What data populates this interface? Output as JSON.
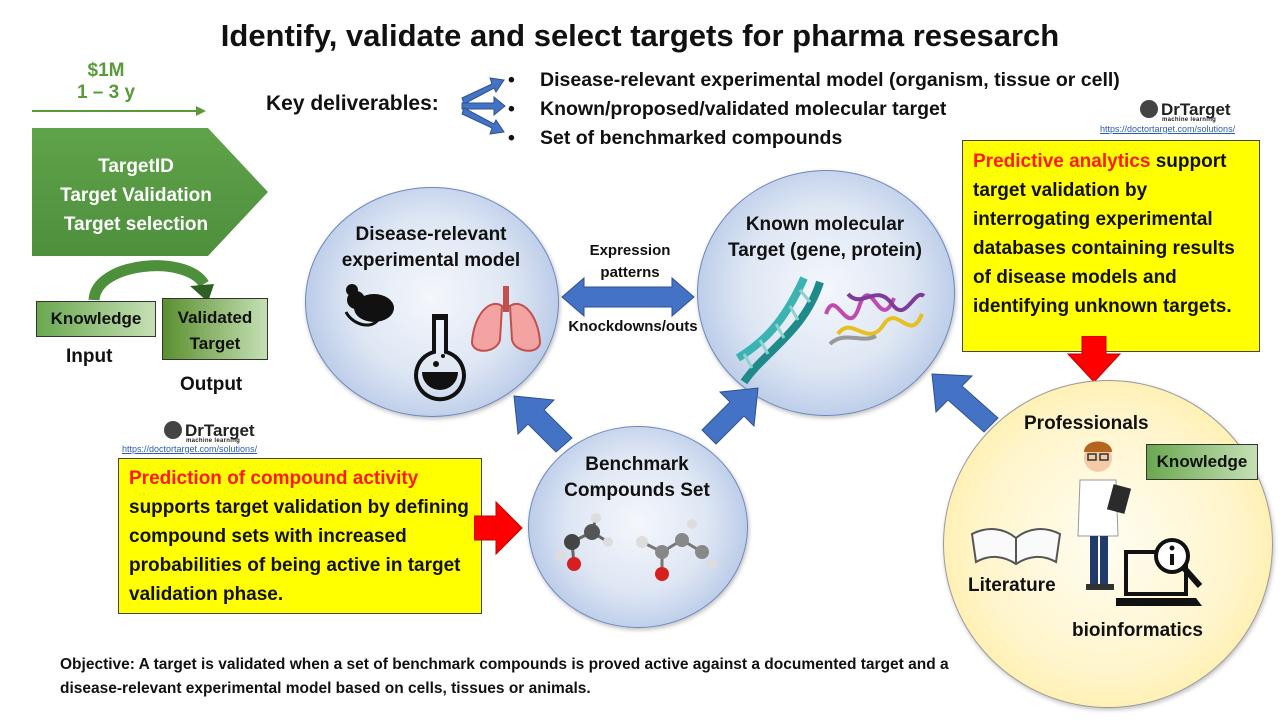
{
  "title": "Identify, validate and select targets for pharma resesarch",
  "cost": "$1M",
  "duration": "1 – 3 y",
  "process_arrow": {
    "lines": [
      "TargetID",
      "Target Validation",
      "Target selection"
    ]
  },
  "input_box": "Knowledge",
  "input_label": "Input",
  "output_box": "Validated Target",
  "output_label": "Output",
  "key_deliverables_label": "Key deliverables:",
  "deliverables": [
    "Disease-relevant experimental model (organism, tissue or cell)",
    "Known/proposed/validated molecular target",
    "Set of benchmarked compounds"
  ],
  "logo_text": "DrTarget",
  "logo_subtext": "machine learning",
  "logo_url": "https://doctortarget.com/solutions/",
  "circles": {
    "model": {
      "title_lines": [
        "Disease-relevant",
        "experimental model"
      ]
    },
    "target": {
      "title_lines": [
        "Known molecular",
        "Target (gene, protein)"
      ]
    },
    "compounds": {
      "title_lines": [
        "Benchmark",
        "Compounds Set"
      ]
    },
    "professionals": {
      "title": "Professionals",
      "knowledge_box": "Knowledge",
      "literature": "Literature",
      "bioinformatics": "bioinformatics"
    }
  },
  "link_top": "Expression patterns",
  "link_bottom": "Knockdowns/outs",
  "predictive_box": {
    "highlight": "Predictive analytics",
    "text": " support target validation by interrogating experimental databases containing results of disease models and identifying unknown targets."
  },
  "compound_box": {
    "highlight": "Prediction of compound activity",
    "text": " supports target validation by defining compound sets with increased probabilities of being active in target validation phase."
  },
  "objective": "Objective: A target is validated when a set of benchmark compounds is proved active against a documented target and a disease-relevant experimental model based on cells, tissues or animals.",
  "colors": {
    "arrow_blue": "#4472c4",
    "green": "#5a9a3a",
    "yellow": "#ffff00",
    "red": "#ff0000"
  }
}
